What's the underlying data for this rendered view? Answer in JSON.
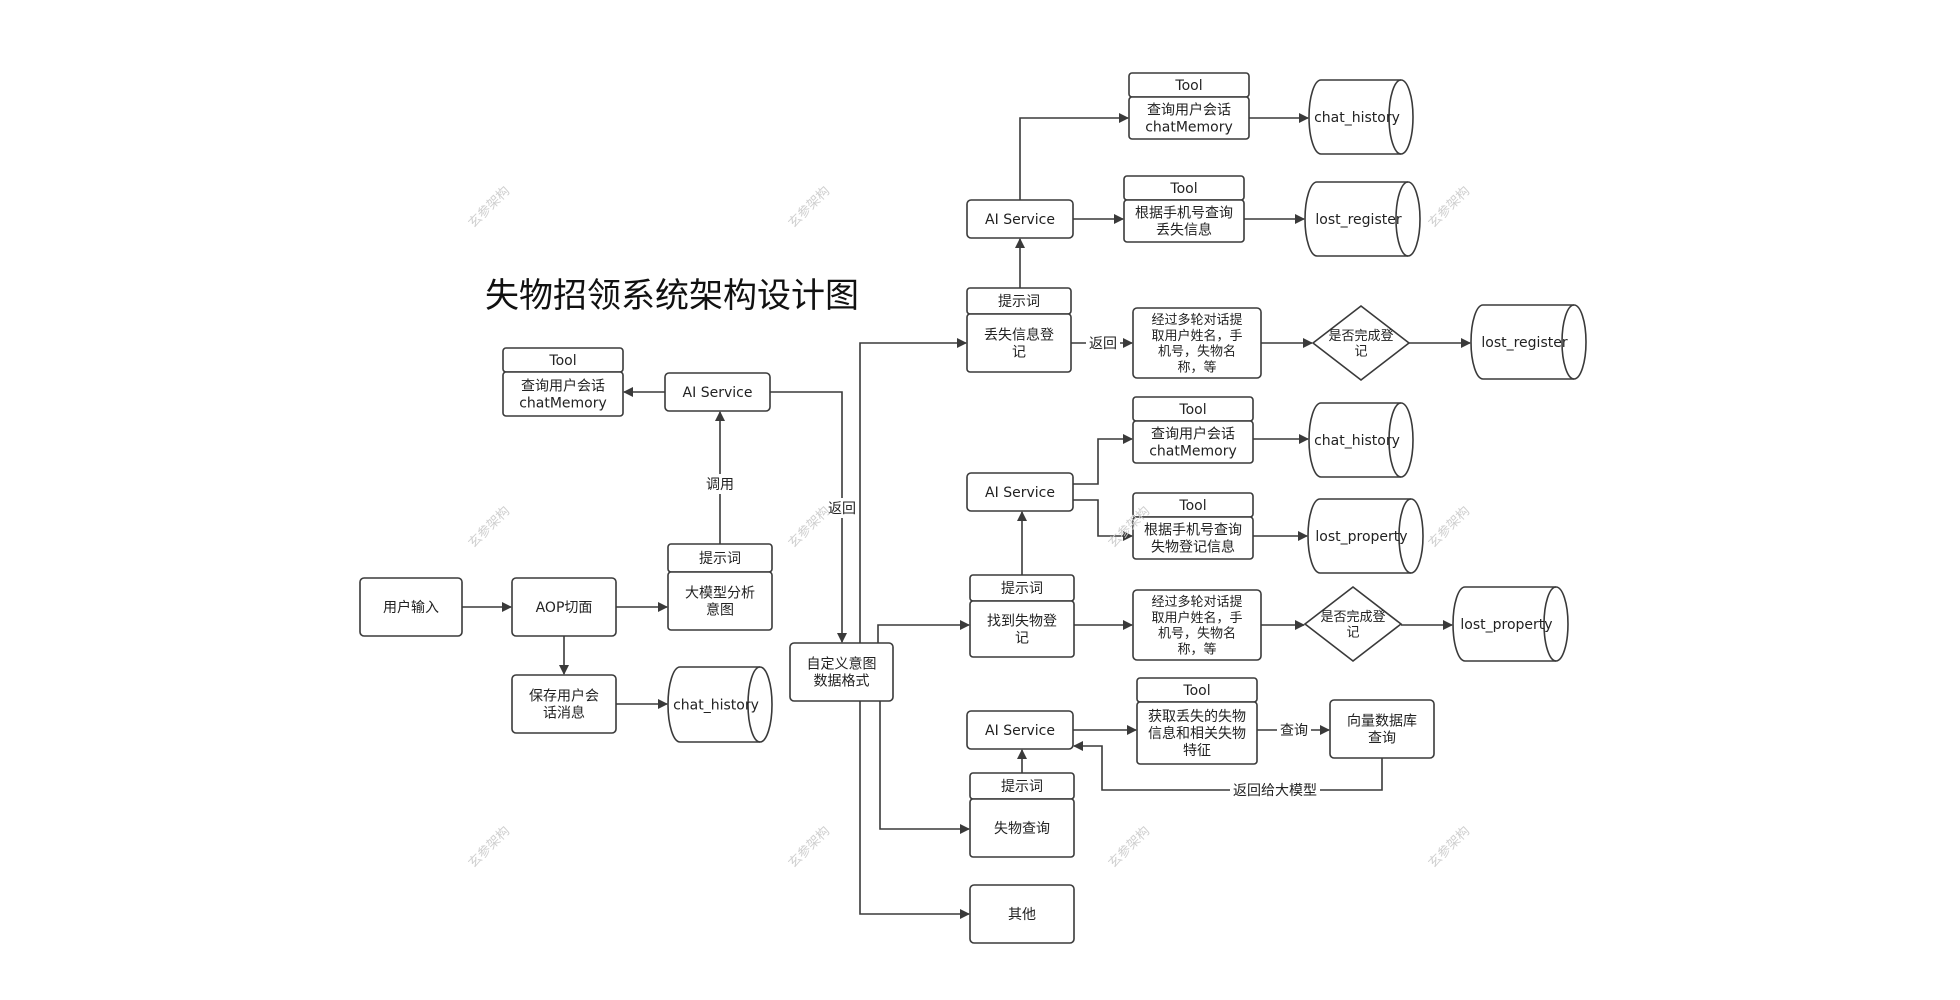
{
  "title": "失物招领系统架构设计图",
  "watermark": "玄参架构",
  "colors": {
    "stroke": "#3a3a3a",
    "fill": "#ffffff",
    "text": "#222222",
    "watermark": "#cfcfcf"
  },
  "labels": {
    "user_input": "用户输入",
    "aop": "AOP切面",
    "prompt": "提示词",
    "intent_analysis": [
      "大模型分析",
      "意图"
    ],
    "ai_service": "AI Service",
    "tool": "Tool",
    "query_memory": [
      "查询用户会话",
      "chatMemory"
    ],
    "save_memory": [
      "保存用户会",
      "话消息"
    ],
    "chat_history": "chat_history",
    "custom_intent": [
      "自定义意图",
      "数据格式"
    ],
    "lost_register": [
      "丢失信息登",
      "记"
    ],
    "found_register": [
      "找到失物登",
      "记"
    ],
    "multi_round": [
      "经过多轮对话提",
      "取用户姓名，手",
      "机号，失物名",
      "称，等"
    ],
    "is_complete": [
      "是否完成登",
      "记"
    ],
    "lost_register_db": "lost_register",
    "lost_property_db": "lost_property",
    "query_lost_by_phone": [
      "根据手机号查询",
      "丢失信息"
    ],
    "query_property_by_phone": [
      "根据手机号查询",
      "失物登记信息"
    ],
    "get_lost_features": [
      "获取丢失的失物",
      "信息和相关失物",
      "特征"
    ],
    "vector_db": [
      "向量数据库",
      "查询"
    ],
    "lost_query": "失物查询",
    "other": "其他",
    "invoke": "调用",
    "return": "返回",
    "query": "查询",
    "return_to_llm": "返回给大模型"
  }
}
